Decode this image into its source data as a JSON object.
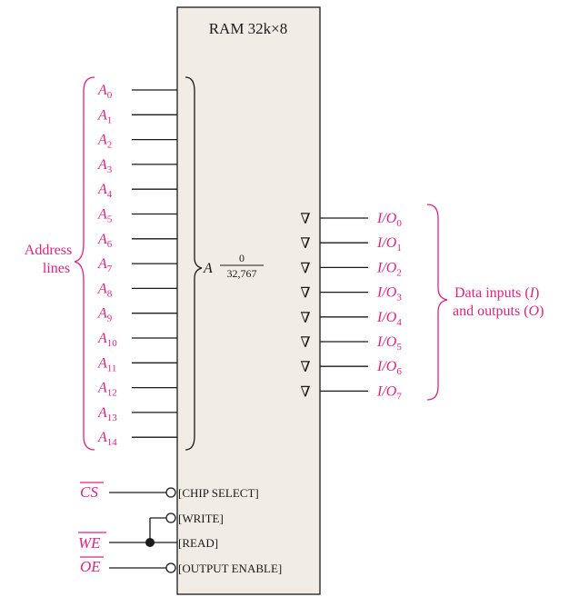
{
  "title": "RAM 32k×8",
  "address_label": [
    "Address",
    "lines"
  ],
  "address_pins": [
    "0",
    "1",
    "2",
    "3",
    "4",
    "5",
    "6",
    "7",
    "8",
    "9",
    "10",
    "11",
    "12",
    "13",
    "14"
  ],
  "address_pin_prefix": "A",
  "address_range": {
    "symbol": "A",
    "numerator": "0",
    "denominator": "32,767"
  },
  "data_pin_prefix": "I/O",
  "data_pins": [
    "0",
    "1",
    "2",
    "3",
    "4",
    "5",
    "6",
    "7"
  ],
  "tristate_symbol": "∇",
  "data_label": {
    "line1": "Data inputs (",
    "line1_var": "I",
    "line1_end": ")",
    "line2": "and outputs (",
    "line2_var": "O",
    "line2_end": ")"
  },
  "controls": {
    "cs": {
      "pin": "CS",
      "label": "[CHIP SELECT]"
    },
    "write": {
      "label": "[WRITE]"
    },
    "we": {
      "pin": "WE",
      "label": "[READ]"
    },
    "oe": {
      "pin": "OE",
      "label": "[OUTPUT ENABLE]"
    }
  },
  "colors": {
    "accent": "#e6217f",
    "chip_fill": "#f1ede6",
    "line": "#1a1a1a"
  }
}
